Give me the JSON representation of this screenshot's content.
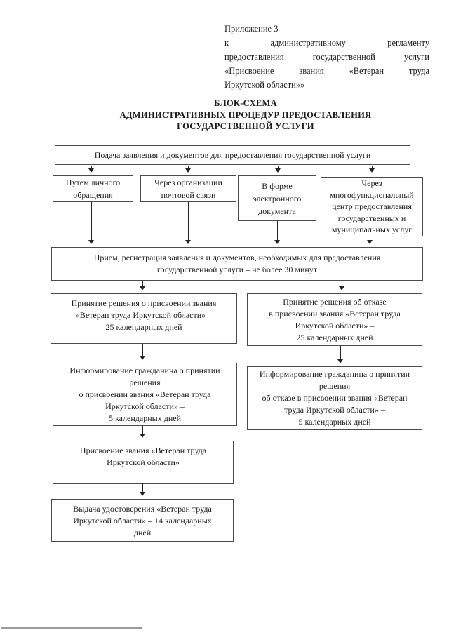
{
  "annex": {
    "lines": [
      "Приложение 3",
      "к административному регламенту",
      "предоставления государственной услуги",
      "«Присвоение звания «Ветеран труда",
      "Иркутской области»»"
    ]
  },
  "title": {
    "lines": [
      "БЛОК-СХЕМА",
      "АДМИНИСТРАТИВНЫХ ПРОЦЕДУР ПРЕДОСТАВЛЕНИЯ",
      "ГОСУДАРСТВЕННОЙ УСЛУГИ"
    ]
  },
  "flow": {
    "submission": "Подача заявления и документов для предоставления государственной услуги",
    "channel_personal": "Путем личного\nобращения",
    "channel_post": "Через организации\nпочтовой связи",
    "channel_electronic": "В форме\nэлектронного\nдокумента",
    "channel_mfc": "Через\nмногофункциональный\nцентр предоставления\nгосударственных и\nмуниципальных услуг",
    "reception": "Прием, регистрация заявления и документов, необходимых для предоставления\nгосударственной услуги – не более 30 минут",
    "decision_grant": "Принятие решения о присвоении звания\n«Ветеран труда Иркутской области» –\n25 календарных дней",
    "decision_refusal": "Принятие решения об отказе\nв присвоении звания «Ветеран труда\nИркутской области» –\n25 календарных дней",
    "inform_grant": "Информирование гражданина о принятии\nрешения\nо присвоении звания «Ветеран труда\nИркутской области» –\n5 календарных дней",
    "inform_refusal": "Информирование гражданина о принятии\nрешения\nоб отказе в присвоении звания «Ветеран\nтруда Иркутской области» –\n5 календарных дней",
    "award": "Присвоение звания «Ветеран труда\nИркутской области»",
    "certificate": "Выдача удостоверения «Ветеран труда\nИркутской области» – 14 календарных\nдней"
  }
}
